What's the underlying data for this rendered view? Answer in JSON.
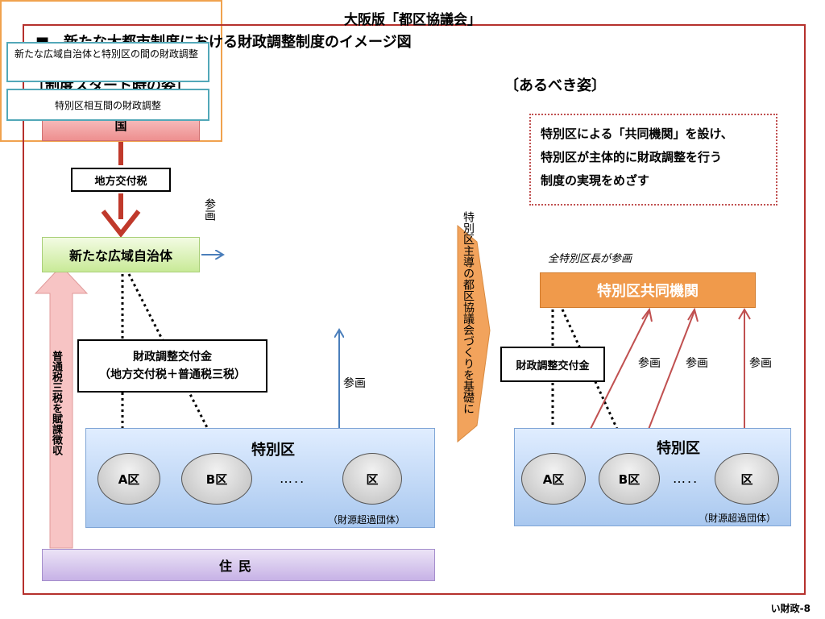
{
  "title": "■　新たな大都市制度における財政調整制度のイメージ図",
  "left": {
    "heading": "〔制度スタート時の姿〕",
    "kuni": "国",
    "chihou_koufuzei": "地方交付税",
    "koiki": "新たな広域自治体",
    "sankaku_v": "参画",
    "osaka_title": "大阪版「都区協議会」",
    "osaka_item1": "新たな広域自治体と特別区の間の財政調整",
    "osaka_item2": "特別区相互間の財政調整",
    "koufukin_line1": "財政調整交付金",
    "koufukin_line2": "（地方交付税＋普通税三税）",
    "sankaku_h": "参画",
    "futsuzei": "普通税三税を賦課徴収",
    "tokubetsuku": "特別区",
    "ku_a": "A区",
    "ku_b": "B区",
    "ku_c": "区",
    "dots": "…..",
    "zaigen": "（財源超過団体）",
    "jumin": "住民"
  },
  "middle_arrow": "特別区主導の都区協議会づくりを基礎に",
  "right": {
    "heading": "〔あるべき姿〕",
    "goal_line1": "特別区による「共同機関」を設け、",
    "goal_line2": "特別区が主体的に財政調整を行う",
    "goal_line3": "制度の実現をめざす",
    "all_mayors": "全特別区長が参画",
    "kikan": "特別区共同機関",
    "koufukin": "財政調整交付金",
    "sankaku1": "参画",
    "sankaku2": "参画",
    "sankaku3": "参画",
    "tokubetsuku": "特別区",
    "ku_a": "A区",
    "ku_b": "B区",
    "ku_c": "区",
    "dots": "…..",
    "zaigen": "（財源超過団体）"
  },
  "page_number": "い財政‐8",
  "colors": {
    "frame": "#b5302c",
    "down_arrow": "#c0392b",
    "blue_arrow": "#4a7ebb",
    "red_line": "#c05050",
    "orange": "#f09a4b"
  }
}
